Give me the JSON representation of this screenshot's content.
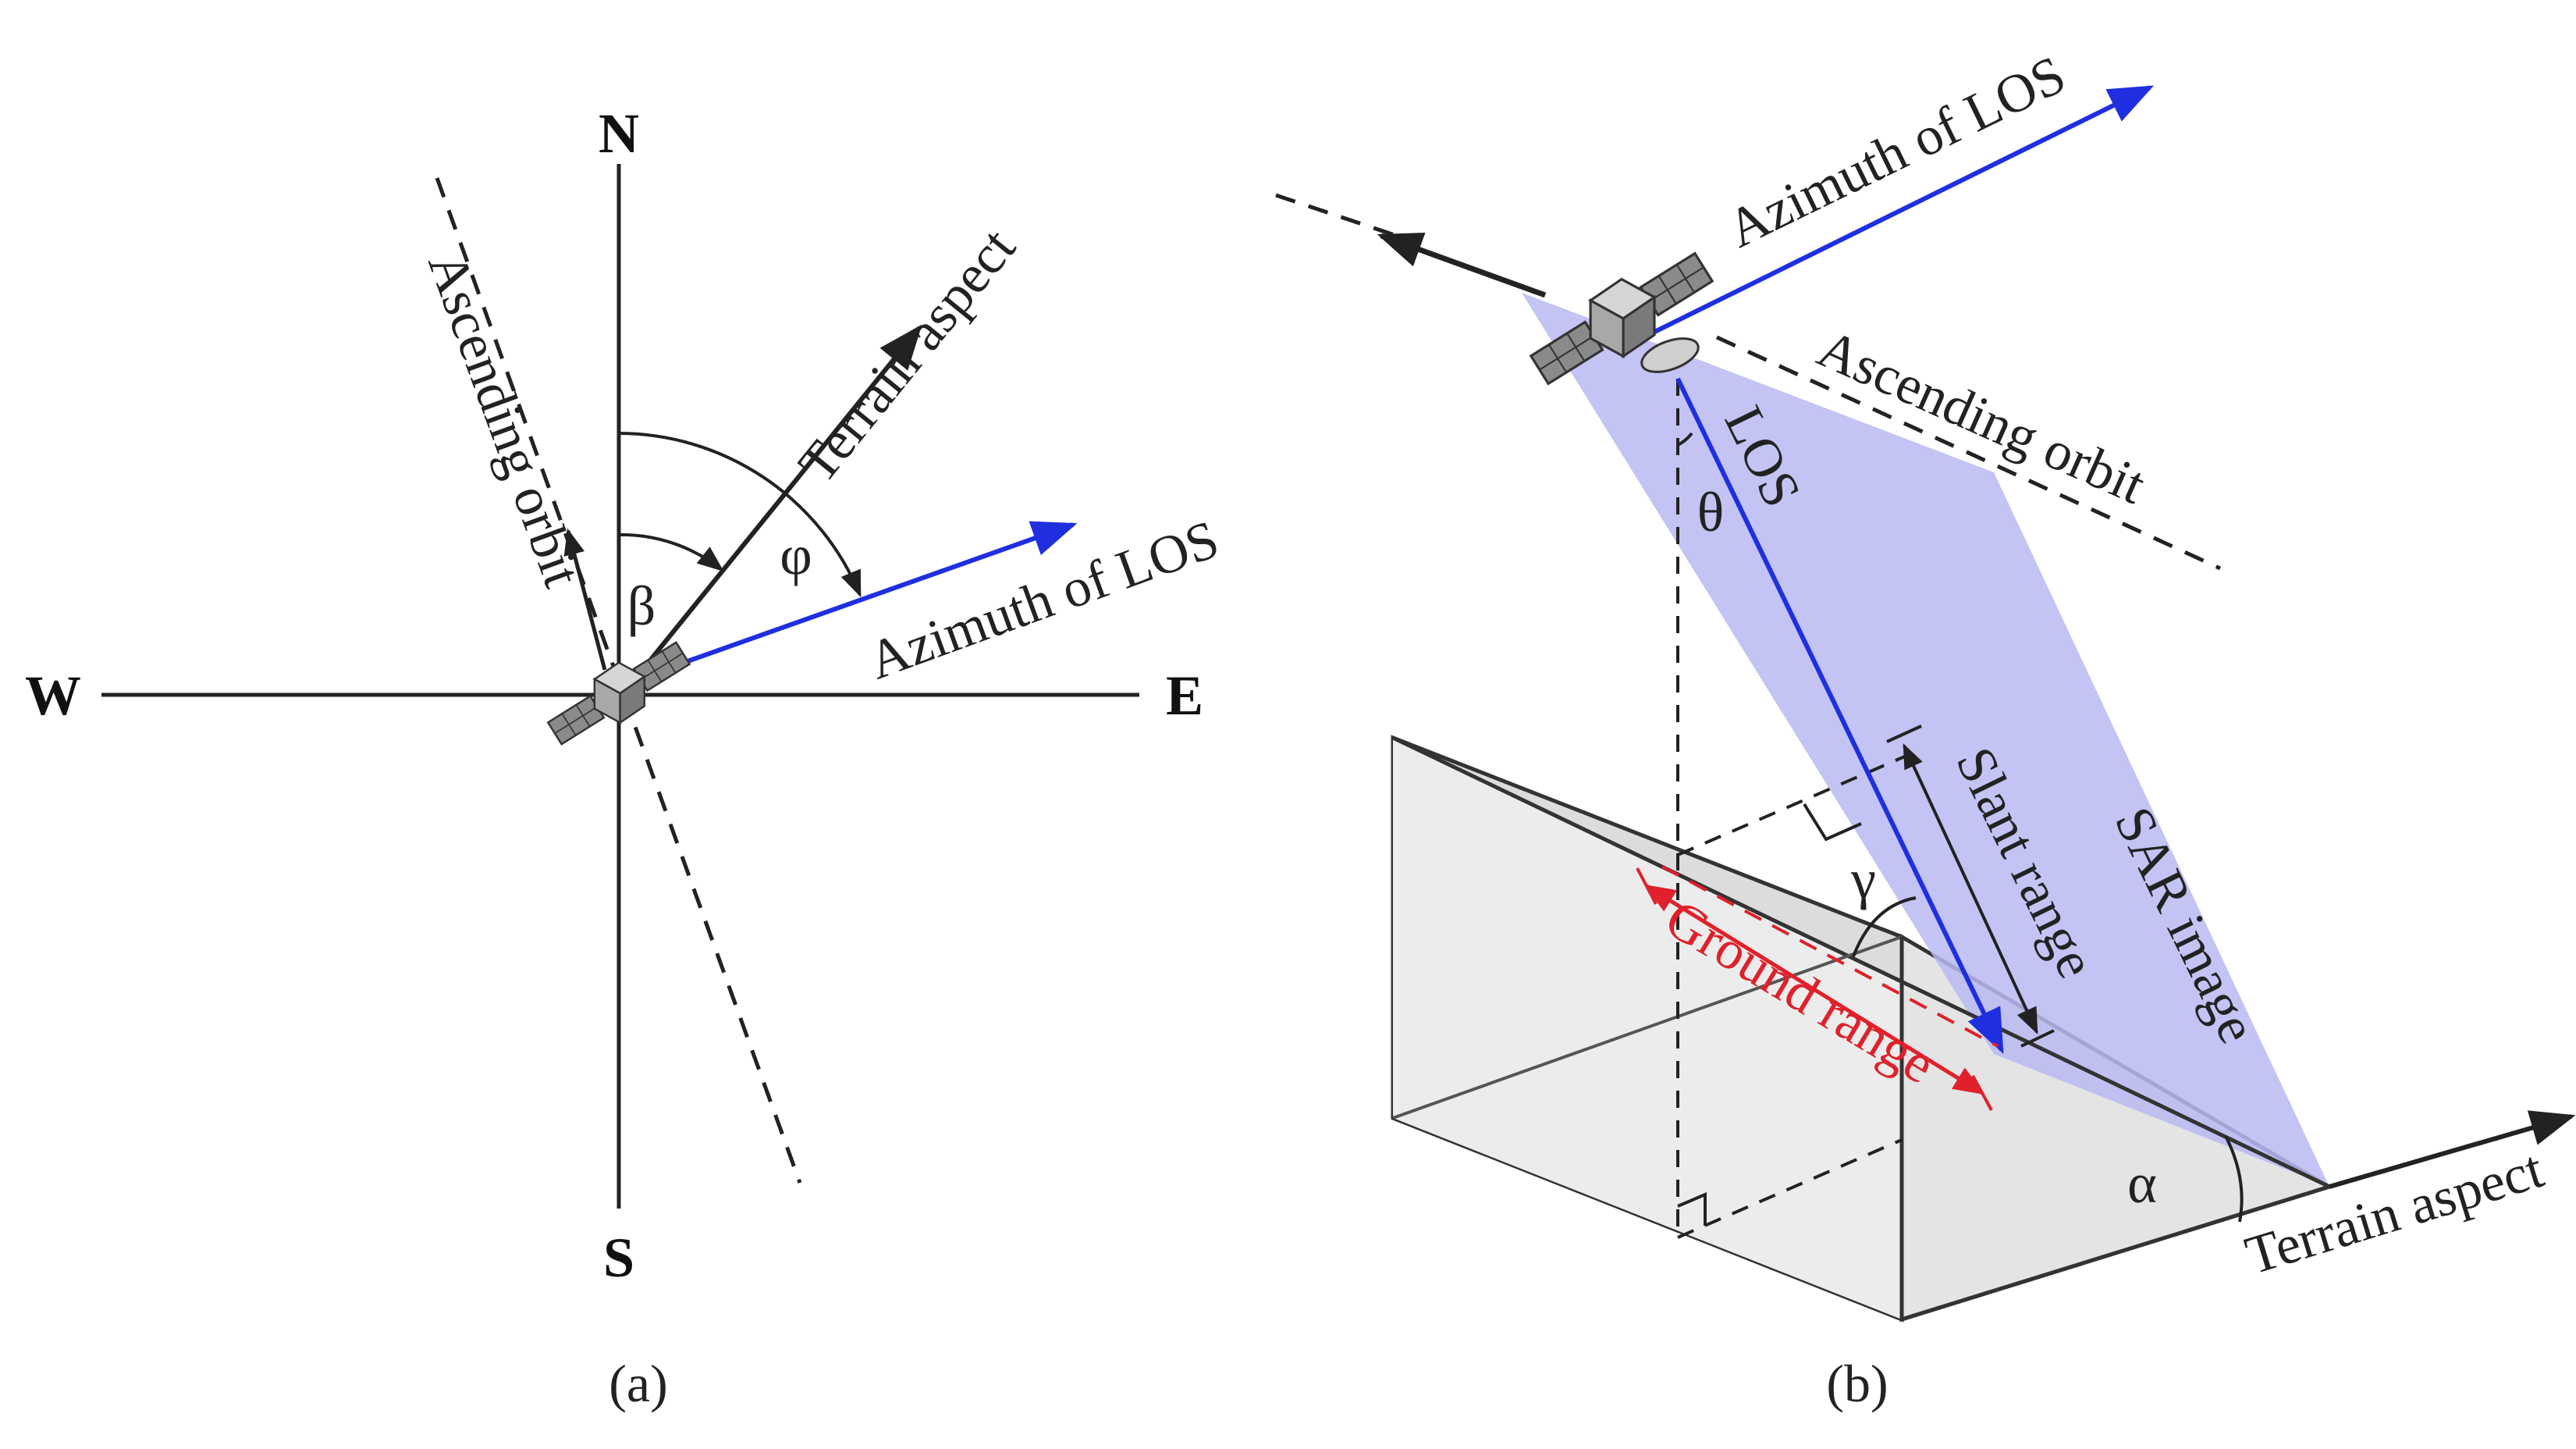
{
  "panel_a": {
    "compass": {
      "north": "N",
      "south": "S",
      "east": "E",
      "west": "W"
    },
    "labels": {
      "ascending_orbit": "Ascending orbit",
      "terrain_aspect": "Terrain aspect",
      "azimuth_los": "Azimuth of LOS",
      "beta": "β",
      "phi": "φ"
    },
    "caption": "(a)"
  },
  "panel_b": {
    "labels": {
      "azimuth_los": "Azimuth of LOS",
      "ascending_orbit": "Ascending orbit",
      "los": "LOS",
      "theta": "θ",
      "gamma": "γ",
      "alpha": "α",
      "slant_range": "Slant range",
      "ground_range": "Ground range",
      "sar_image": "SAR image",
      "terrain_aspect": "Terrain aspect"
    },
    "caption": "(b)"
  },
  "colors": {
    "line": "#222222",
    "los_blue": "#1f2fe0",
    "ground_range_red": "#e0202a",
    "sar_swath": "#b8b8f2",
    "terrain_fill": "#e4e4e4"
  }
}
